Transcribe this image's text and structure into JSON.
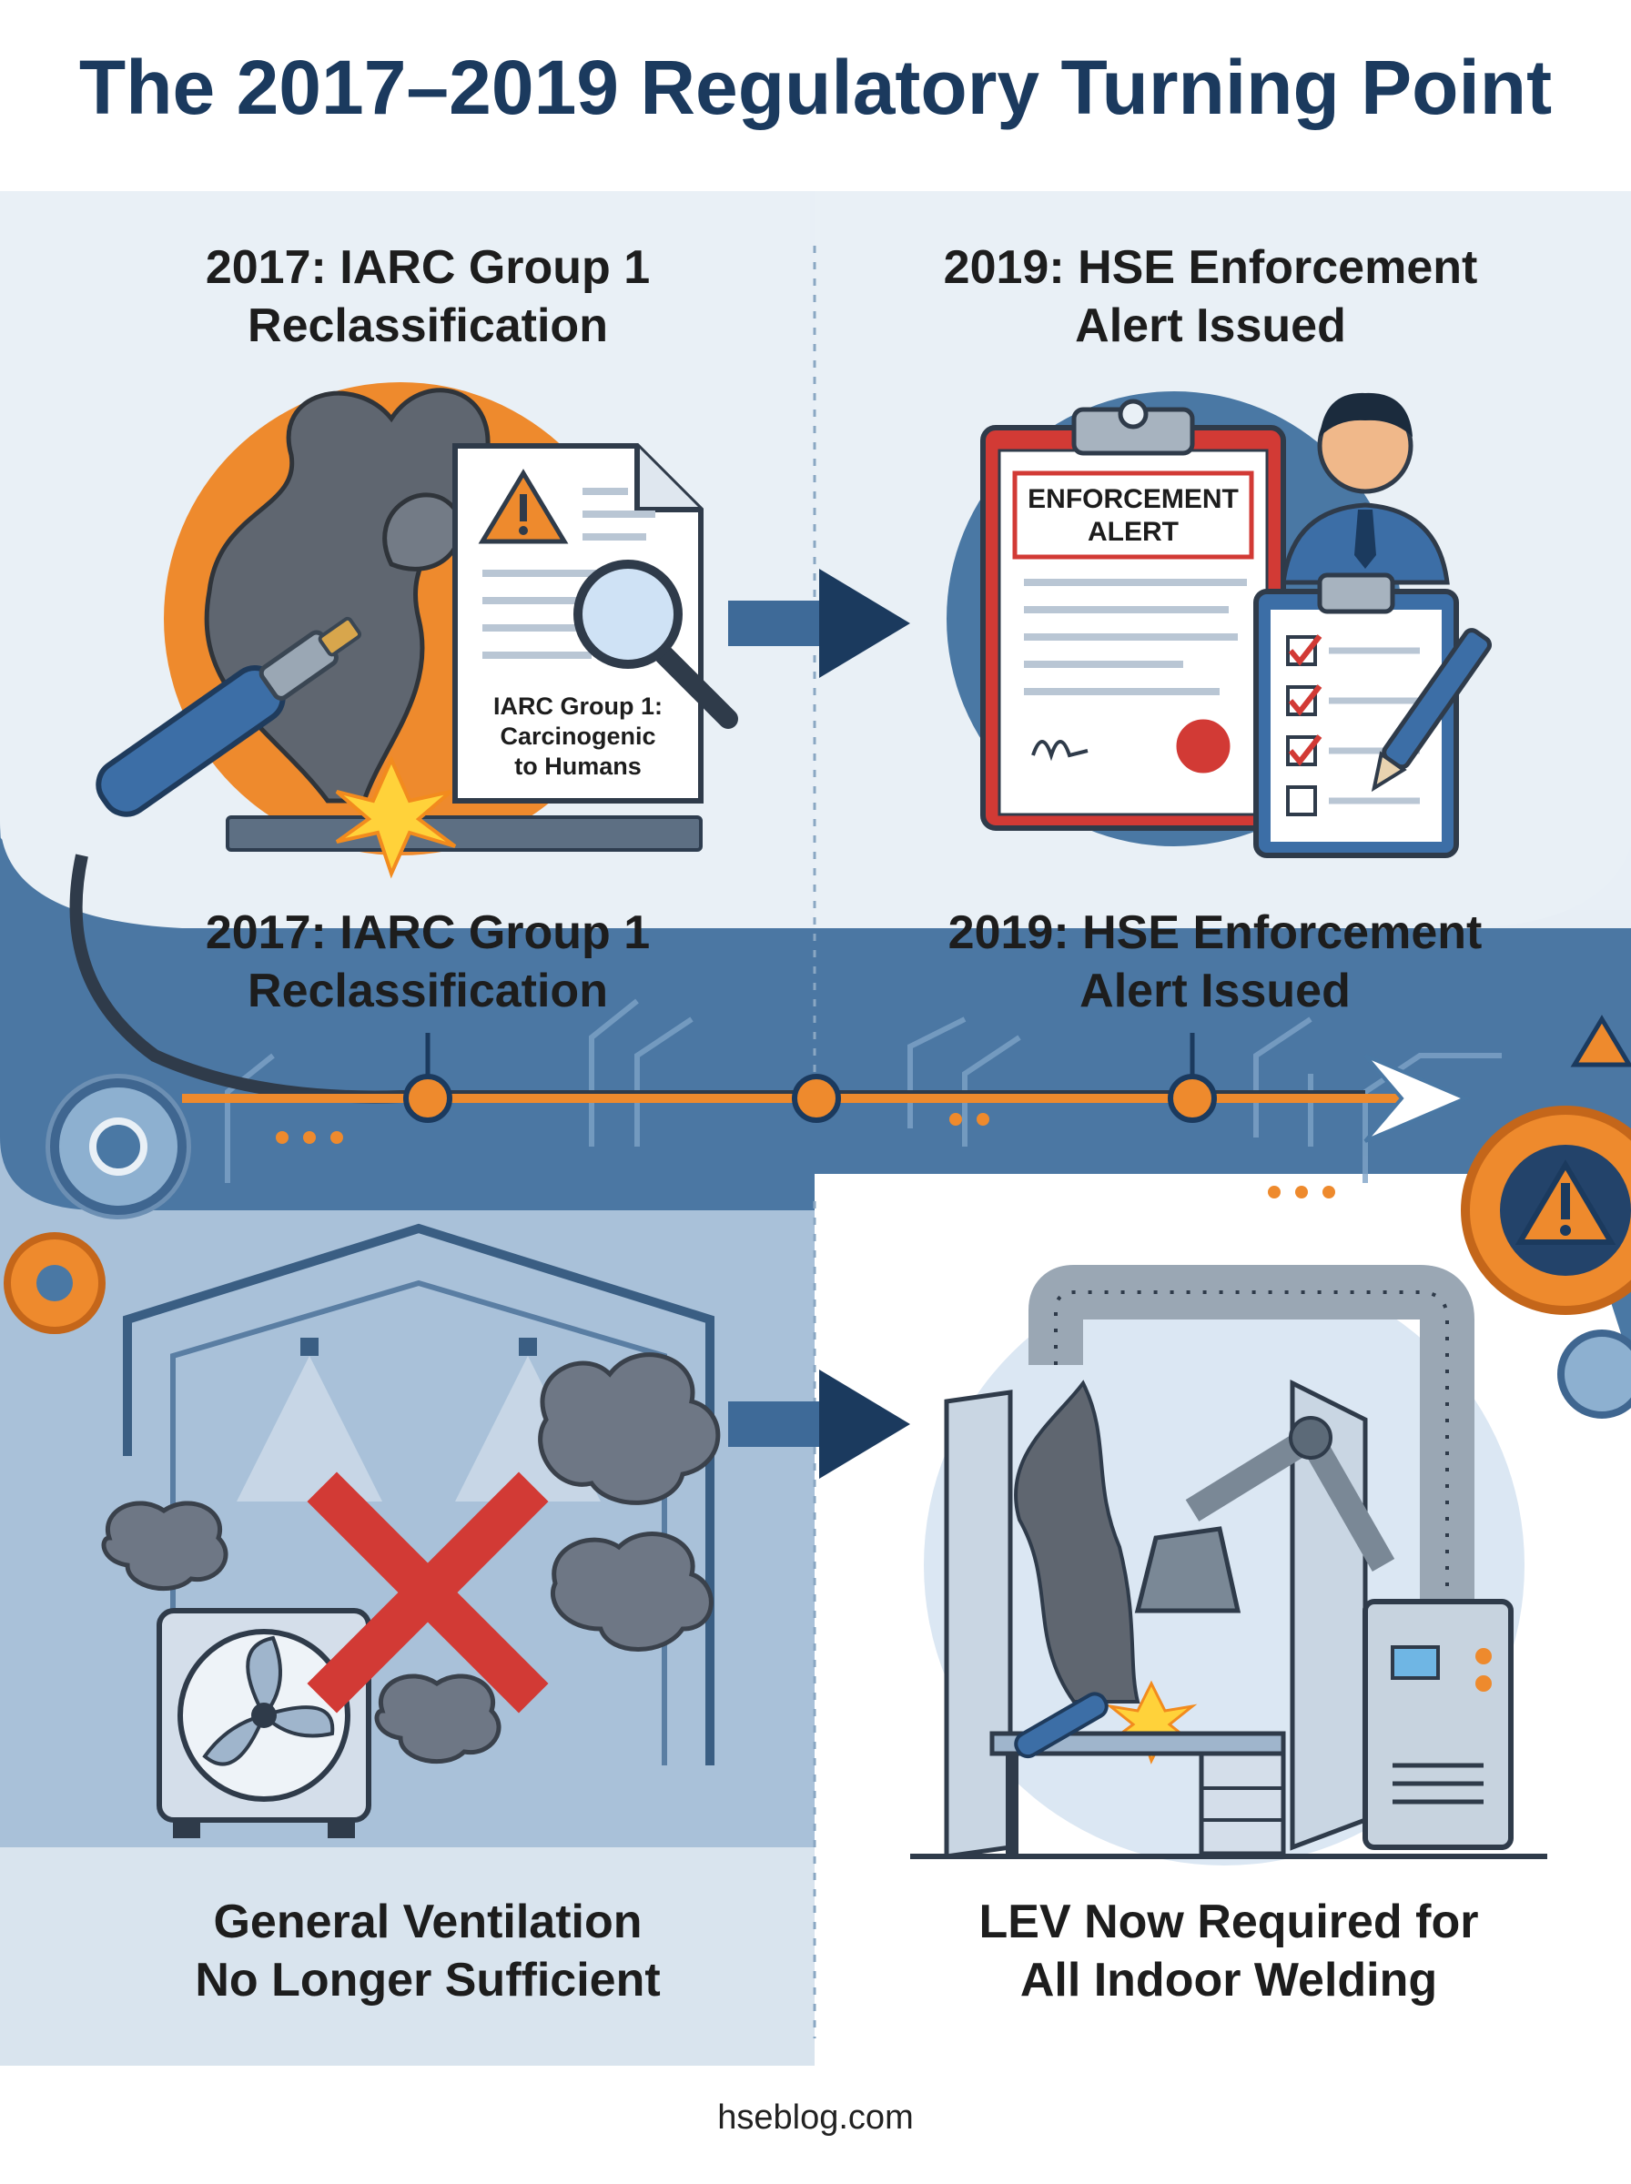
{
  "title": "The 2017–2019 Regulatory Turning Point",
  "panel_2017": {
    "heading_line1": "2017: IARC Group 1",
    "heading_line2": "Reclassification",
    "document_line1": "IARC Group 1:",
    "document_line2": "Carcinogenic",
    "document_line3": "to Humans"
  },
  "panel_2019": {
    "heading_line1": "2019: HSE Enforcement",
    "heading_line2": "Alert Issued",
    "alert_line1": "ENFORCEMENT",
    "alert_line2": "ALERT"
  },
  "timeline": {
    "label_2017_line1": "2017: IARC Group 1",
    "label_2017_line2": "Reclassification",
    "label_2019_line1": "2019: HSE Enforcement",
    "label_2019_line2": "Alert Issued"
  },
  "panel_general": {
    "line1": "General Ventilation",
    "line2": "No Longer Sufficient"
  },
  "panel_lev": {
    "line1": "LEV Now Required for",
    "line2": "All Indoor Welding"
  },
  "footer": "hseblog.com",
  "colors": {
    "navy": "#1b3a5e",
    "orange": "#ee8a2d",
    "red": "#d23a35",
    "steel_blue": "#4a78a4"
  }
}
